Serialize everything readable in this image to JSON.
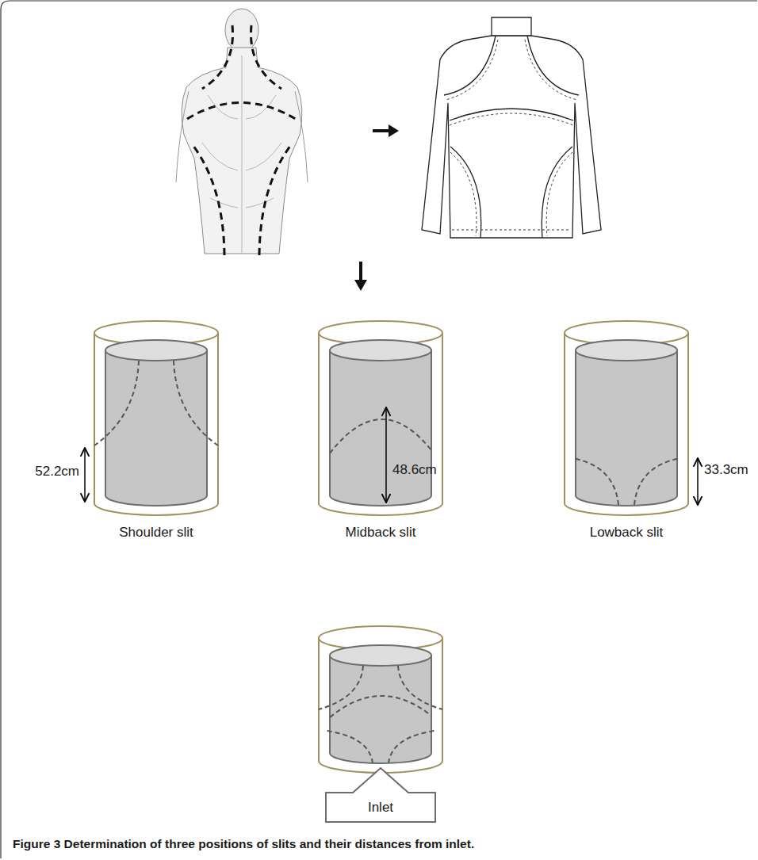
{
  "diagram": {
    "caption": "Figure 3 Determination of three positions of slits and their distances from inlet.",
    "nodes": [
      {
        "text": [
          "Inlet"
        ]
      }
    ],
    "labels": [
      "52.2cm",
      "48.6cm",
      "33.3cm",
      "Shoulder slit",
      "Midback slit",
      "Lowback slit"
    ]
  }
}
